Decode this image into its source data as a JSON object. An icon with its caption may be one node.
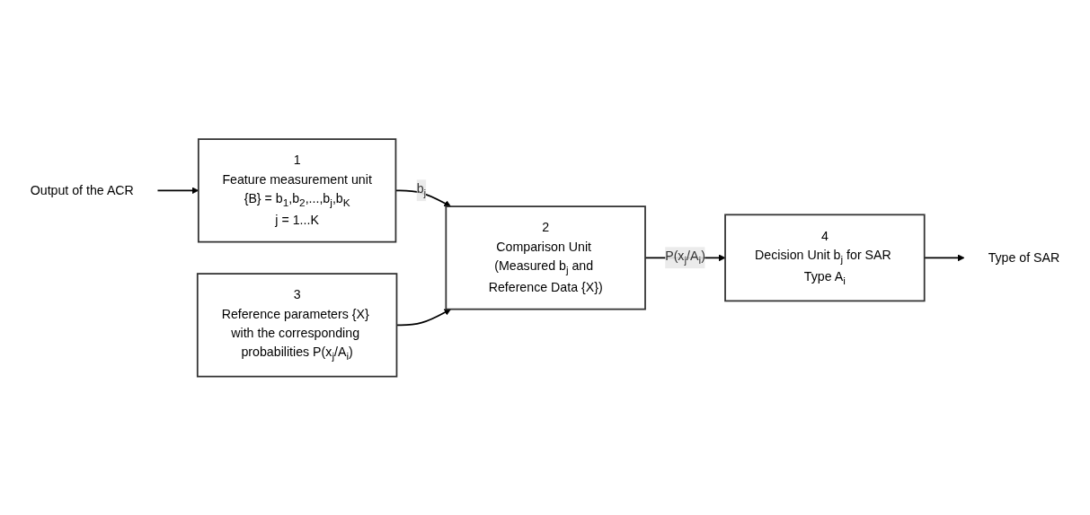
{
  "diagram": {
    "nodes": [
      {
        "text": [
          "3",
          "Reference parameters {X} with the corresponding probabilities P(x$_{j}$/A$_{i}$)"
        ]
      },
      {
        "text": [
          "Output of the ACR"
        ]
      },
      {
        "text": [
          "1",
          "Feature measurement unit",
          "{B} = b$_{1}$,b$_{2}$,...,b$_{j}$,b$_{K}$",
          "j = 1...K"
        ]
      },
      {
        "text": [
          "2",
          "Comparison Unit (Measured b$_{j}$ and Reference Data {X})"
        ]
      },
      {
        "text": [
          "4",
          "Decision Unit b$_{j}$ for SAR Type A$_{i}$"
        ]
      },
      {
        "text": [
          "Type of SAR"
        ]
      }
    ],
    "edges": [
      {
        "from": 1,
        "to": 2,
        "arrow": "to"
      },
      {
        "from": 2,
        "to": 3,
        "arrow": "to",
        "label": "b$_{j}$"
      },
      {
        "from": 0,
        "to": 3,
        "arrow": "to"
      },
      {
        "from": 3,
        "to": 4,
        "arrow": "to",
        "label": "P(x$_{j}$/A$_{i}$)"
      },
      {
        "from": 4,
        "to": 5,
        "arrow": "to"
      }
    ]
  }
}
